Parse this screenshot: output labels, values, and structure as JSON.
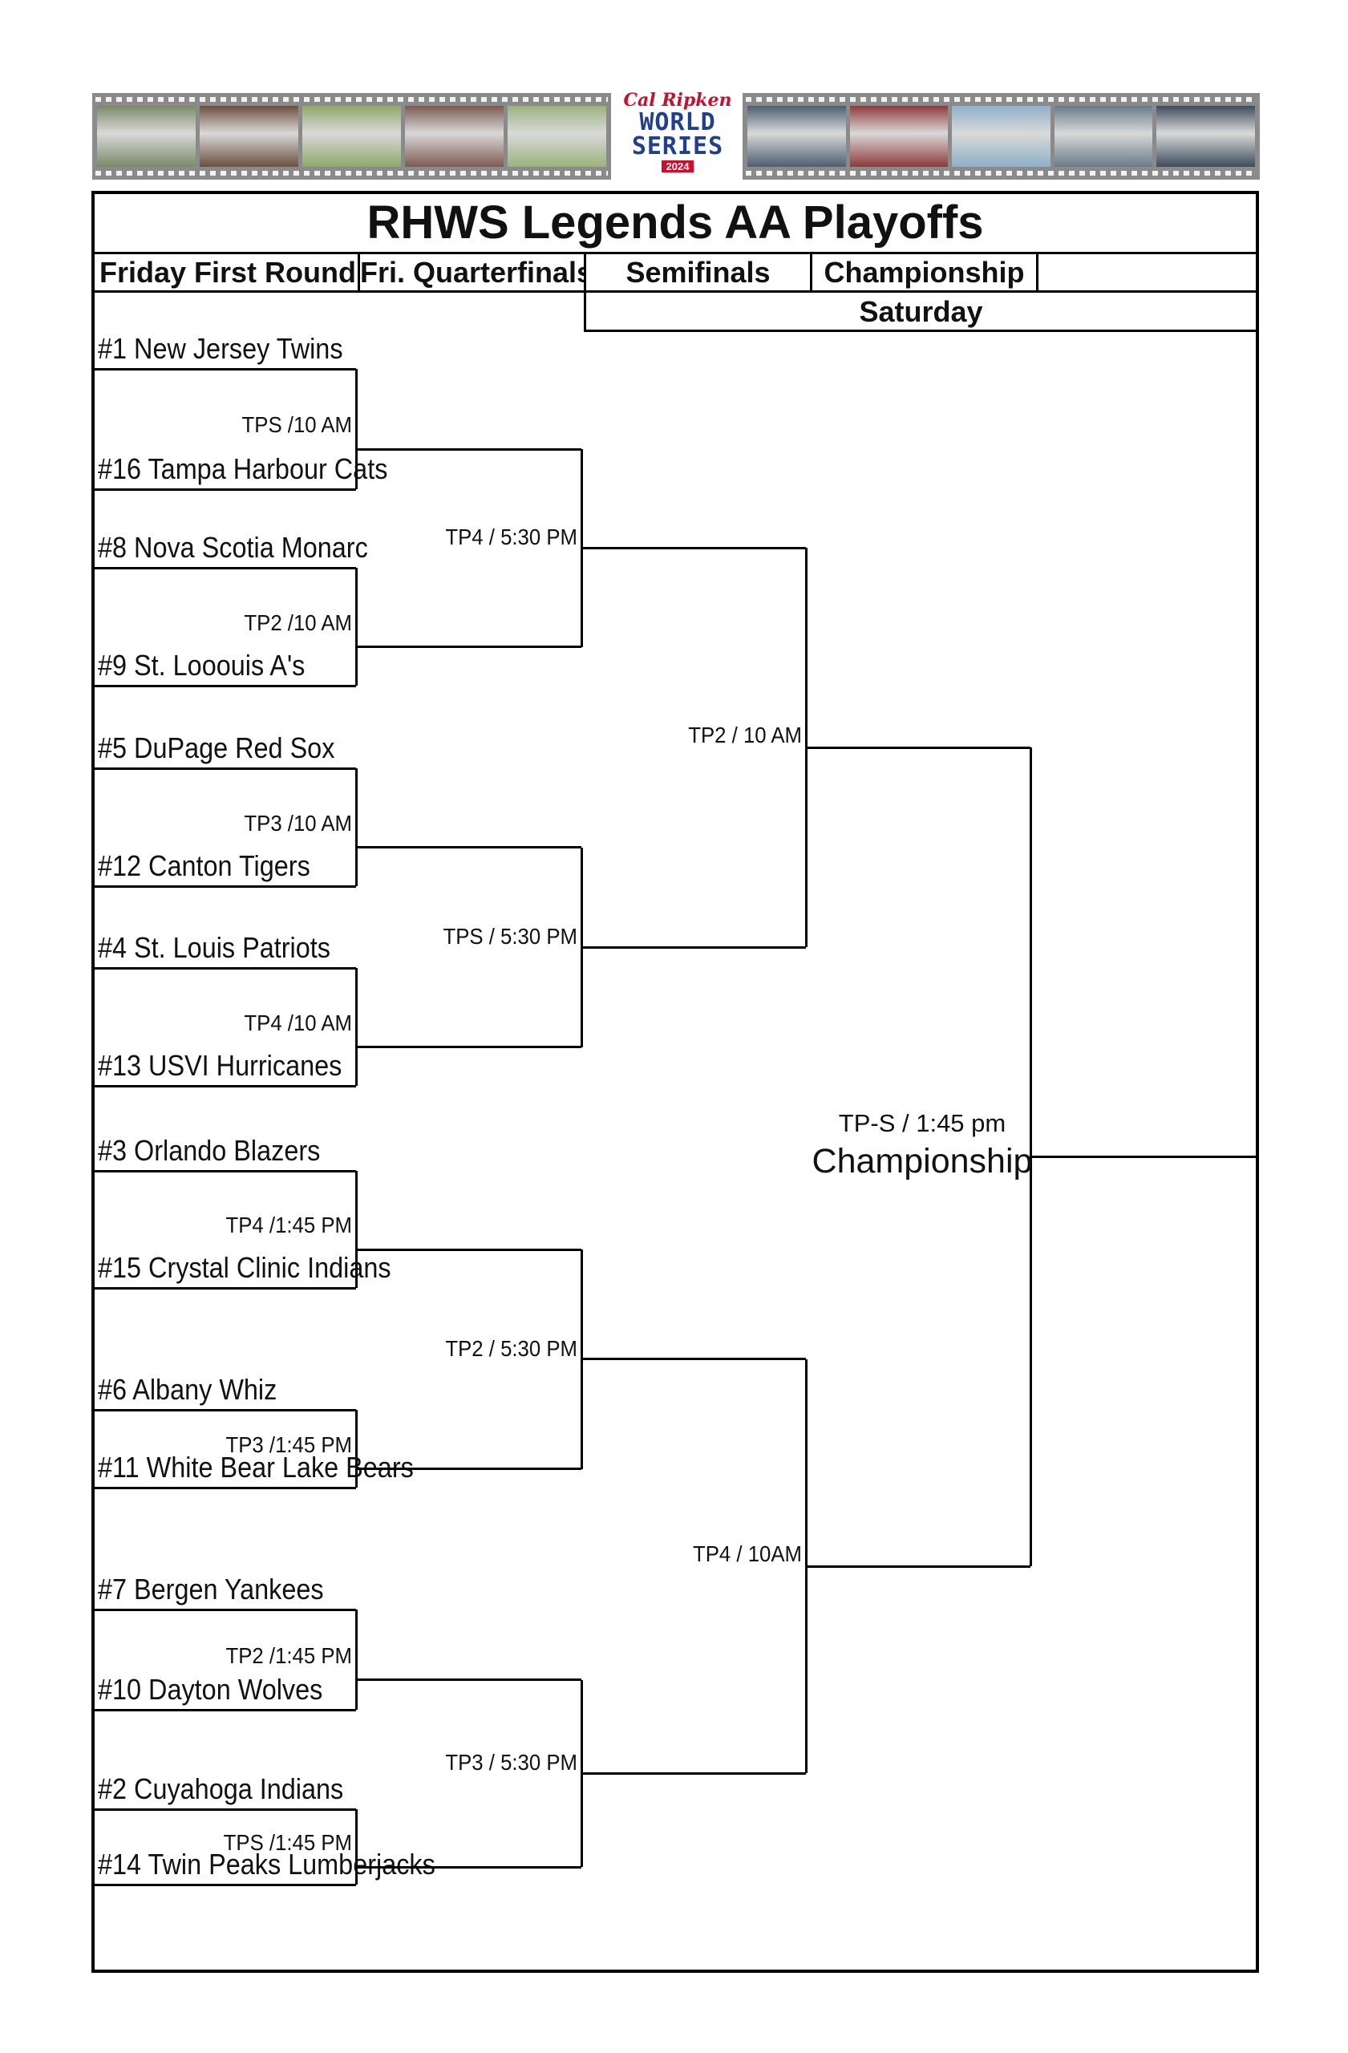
{
  "banner": {
    "logo_script": "Cal Ripken",
    "logo_line1": "WORLD",
    "logo_line2": "SERIES",
    "logo_year": "2024",
    "left_photos": [
      "#7a8a68",
      "#6b4f3d",
      "#8fa86a",
      "#7d5a52",
      "#9bb37d"
    ],
    "right_photos": [
      "#4d5e70",
      "#8d3a3a",
      "#8fb0c8",
      "#6a7a8a",
      "#3d4c5c"
    ]
  },
  "title": "RHWS Legends AA Playoffs",
  "headers": {
    "first_round": "Friday First Round",
    "quarterfinals": "Fri. Quarterfinals",
    "semifinals": "Semifinals",
    "championship": "Championship",
    "saturday": "Saturday"
  },
  "teams": [
    "#1 New Jersey Twins",
    "#16 Tampa Harbour Cats",
    "#8 Nova Scotia Monarc",
    "#9 St. Looouis A's",
    "#5 DuPage Red Sox",
    "#12 Canton Tigers",
    "#4 St. Louis Patriots",
    "#13 USVI Hurricanes",
    "#3 Orlando Blazers",
    "#15 Crystal Clinic Indians",
    "#6 Albany Whiz",
    "#11 White Bear Lake Bears",
    "#7 Bergen Yankees",
    "#10 Dayton Wolves",
    "#2 Cuyahoga Indians",
    "#14 Twin Peaks Lumberjacks"
  ],
  "first_round_times": [
    "TPS /10 AM",
    "TP2 /10 AM",
    "TP3 /10 AM",
    "TP4 /10 AM",
    "TP4 /1:45 PM",
    "TP3 /1:45 PM",
    "TP2 /1:45 PM",
    "TPS /1:45 PM"
  ],
  "quarterfinal_times": [
    "TP4 / 5:30 PM",
    "TPS / 5:30 PM",
    "TP2 / 5:30 PM",
    "TP3 / 5:30 PM"
  ],
  "semifinal_times": [
    "TP2 / 10 AM",
    "TP4 / 10AM"
  ],
  "championship": {
    "time": "TP-S / 1:45 pm",
    "label": "Championship"
  }
}
